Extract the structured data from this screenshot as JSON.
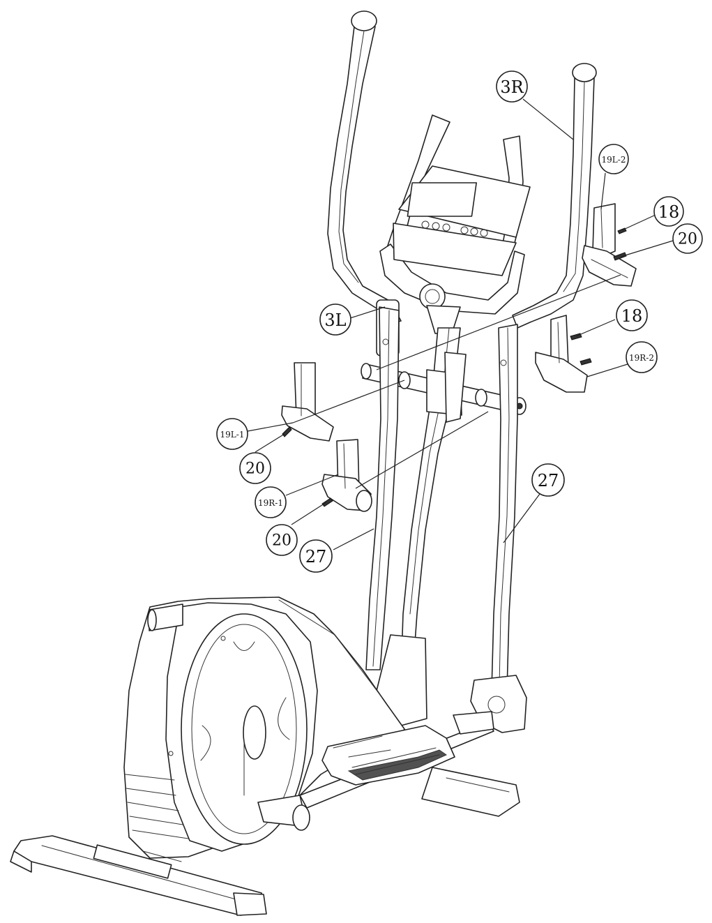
{
  "callouts": [
    {
      "id": "3R",
      "label": "3R"
    },
    {
      "id": "19L-2",
      "label": "19L-2"
    },
    {
      "id": "18a",
      "label": "18"
    },
    {
      "id": "20a",
      "label": "20"
    },
    {
      "id": "3L",
      "label": "3L"
    },
    {
      "id": "18b",
      "label": "18"
    },
    {
      "id": "19R-2",
      "label": "19R-2"
    },
    {
      "id": "19L-1",
      "label": "19L-1"
    },
    {
      "id": "20b",
      "label": "20"
    },
    {
      "id": "19R-1",
      "label": "19R-1"
    },
    {
      "id": "27a",
      "label": "27"
    },
    {
      "id": "20c",
      "label": "20"
    },
    {
      "id": "27b",
      "label": "27"
    }
  ]
}
